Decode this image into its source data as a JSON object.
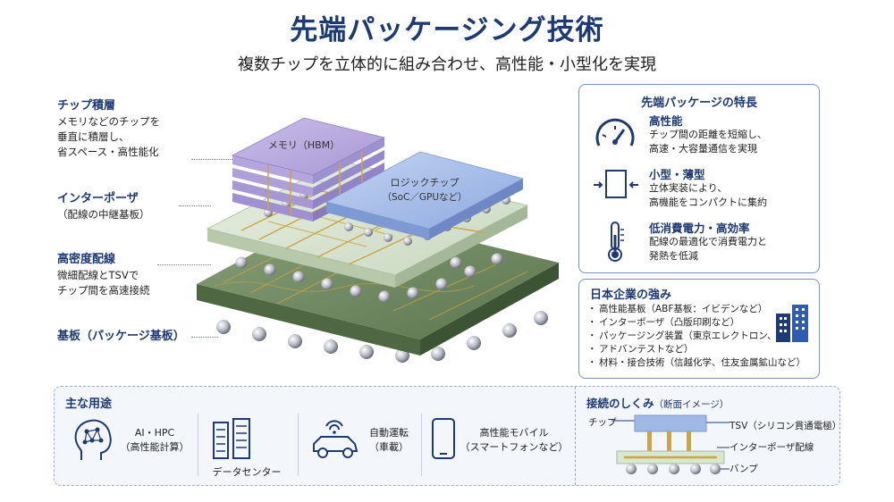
{
  "title": "先端パッケージング技術",
  "subtitle": "複数チップを立体的に組み合わせ、高性能・小型化を実現",
  "labels": {
    "stack": {
      "head": "チップ積層",
      "text": [
        "メモリなどのチップを",
        "垂直に積層し、",
        "省スペース・高性能化"
      ]
    },
    "interposer": {
      "head": "インターポーザ",
      "text": [
        "（配線の中継基板）"
      ]
    },
    "wiring": {
      "head": "高密度配線",
      "text": [
        "微細配線とTSVで",
        "チップ間を高速接続"
      ]
    },
    "substrate": {
      "head": "基板（パッケージ基板）"
    }
  },
  "diagram": {
    "memory_label": "メモリ（HBM）",
    "logic_label_1": "ロジックチップ",
    "logic_label_2": "（SoC／GPUなど）"
  },
  "features": {
    "title": "先端パッケージの特長",
    "items": [
      {
        "icon": "speedometer-icon",
        "head": "高性能",
        "text": [
          "チップ間の距離を短縮し、",
          "高速・大容量通信を実現"
        ]
      },
      {
        "icon": "compact-chip-icon",
        "head": "小型・薄型",
        "text": [
          "立体実装により、",
          "高機能をコンパクトに集約"
        ]
      },
      {
        "icon": "thermometer-icon",
        "head": "低消費電力・高効率",
        "text": [
          "配線の最適化で消費電力と",
          "発熱を低減"
        ]
      }
    ]
  },
  "japan": {
    "title": "日本企業の強み",
    "items": [
      "高性能基板（ABF基板：イビデンなど）",
      "インターポーザ（凸版印刷など）",
      "パッケージング装置（東京エレクトロン、",
      "アドバンテストなど）",
      "材料・接合技術（信越化学、住友金属鉱山など）"
    ]
  },
  "uses": {
    "title": "主な用途",
    "items": [
      {
        "icon": "ai-head-icon",
        "label": [
          "AI・HPC",
          "（高性能計算）"
        ]
      },
      {
        "icon": "server-rack-icon",
        "label": [
          "データセンター"
        ]
      },
      {
        "icon": "connected-car-icon",
        "label": [
          "自動運転",
          "（車載）"
        ]
      },
      {
        "icon": "smartphone-icon",
        "label": [
          "高性能モバイル",
          "（スマートフォンなど）"
        ]
      }
    ]
  },
  "connection": {
    "title": "接続のしくみ",
    "title_note": "（断面イメージ）",
    "chip": "チップ",
    "tsv": "TSV（シリコン貫通電極）",
    "interposer_wiring": "インターポーザ配線",
    "bump": "バンプ"
  },
  "colors": {
    "navy": "#1d3a73",
    "memory": "#b7a9dc",
    "logic": "#9fb8e6",
    "interposer": "#d9e6d2",
    "substrate": "#6f8a5e",
    "gold": "#c9a544"
  }
}
